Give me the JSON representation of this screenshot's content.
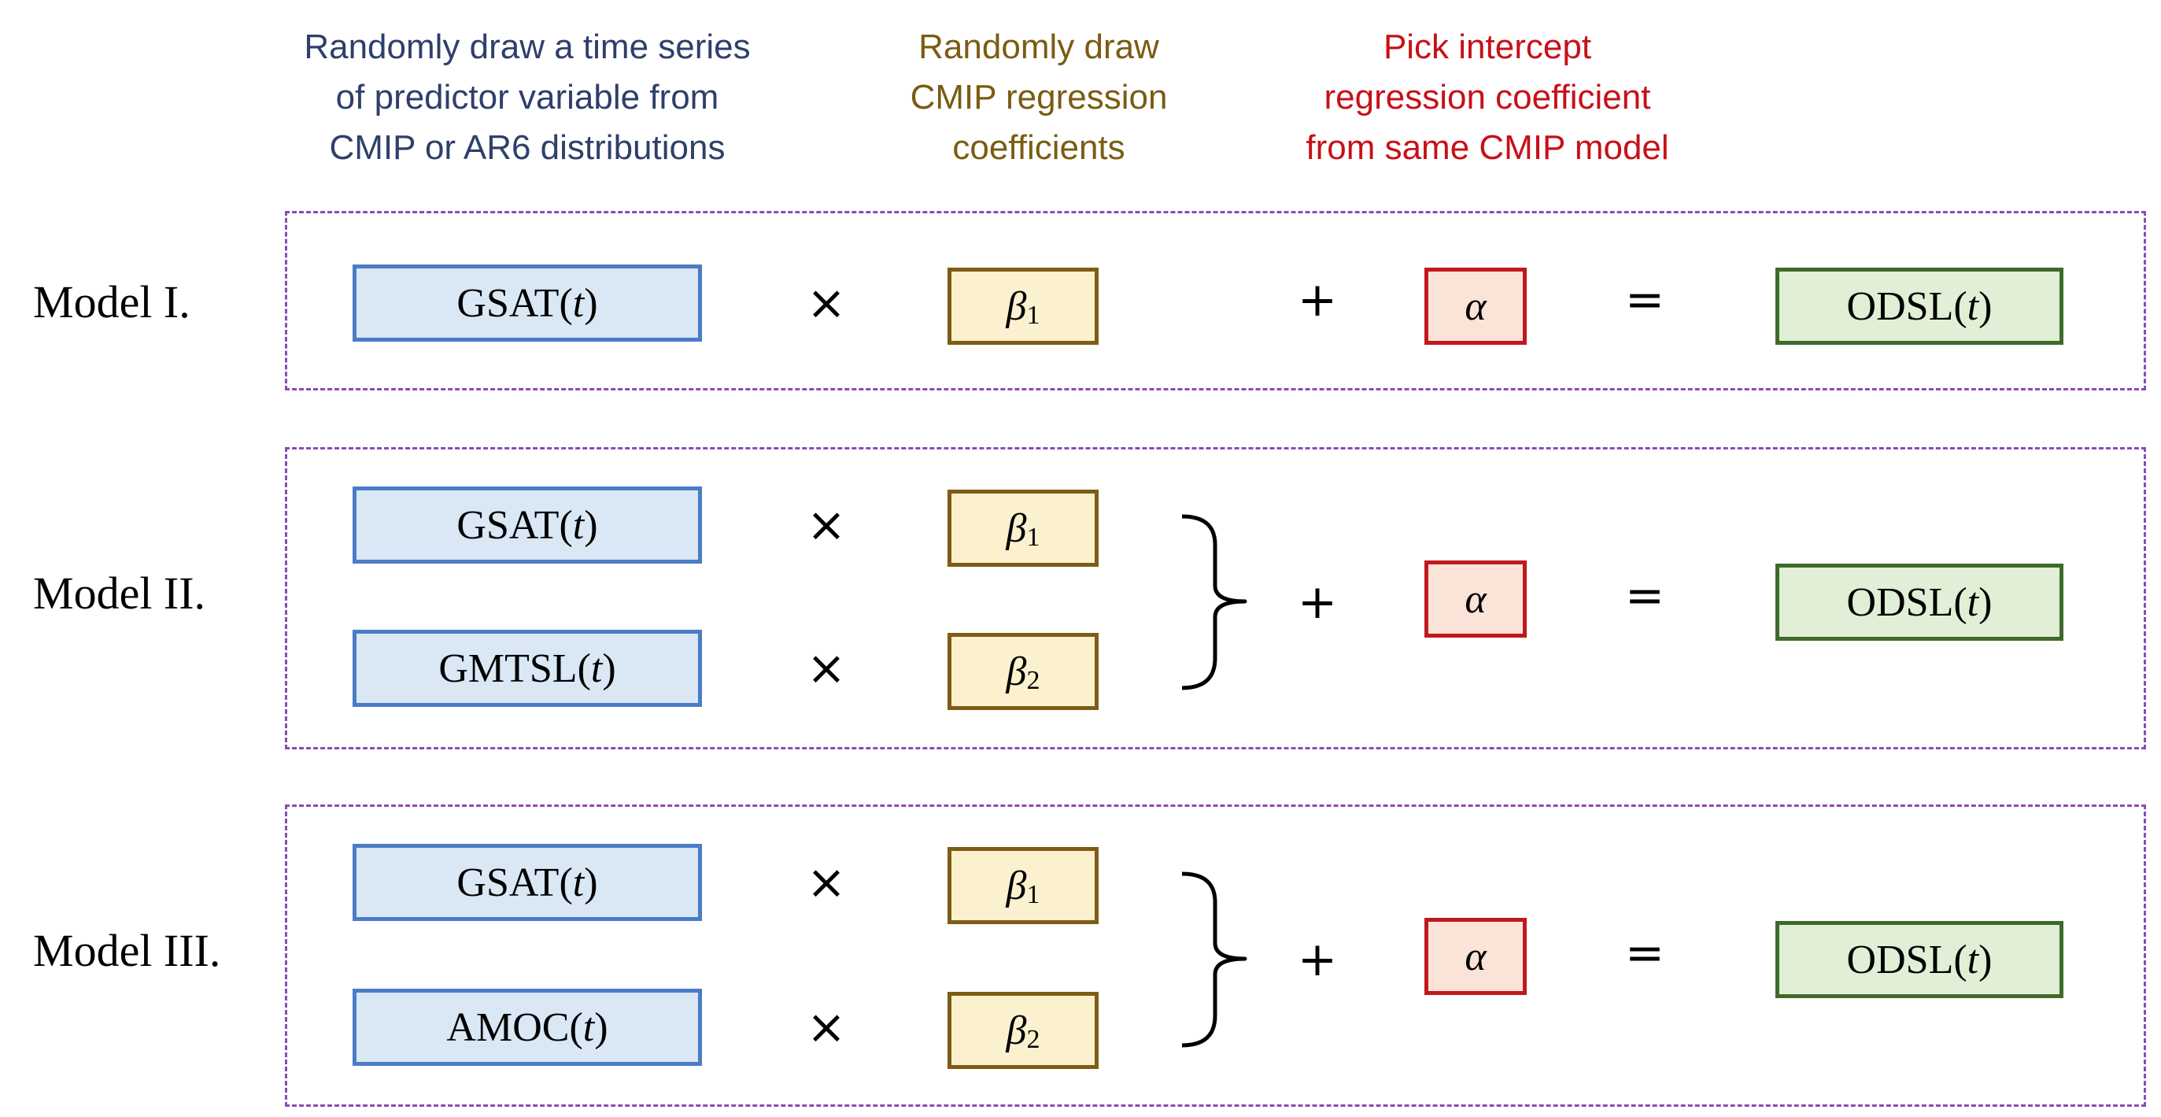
{
  "headers": {
    "predictor": [
      "Randomly draw a time series",
      "of predictor variable from",
      "CMIP or AR6 distributions"
    ],
    "coefficients": [
      "Randomly draw",
      "CMIP regression",
      "coefficients"
    ],
    "intercept": [
      "Pick intercept",
      "regression coefficient",
      "from same CMIP model"
    ]
  },
  "colors": {
    "predictor_header": "#2e3f6b",
    "coefficient_header": "#7a5c12",
    "intercept_header": "#c81018",
    "panel_border": "#8a4bb8"
  },
  "symbols": {
    "times": "×",
    "plus": "+",
    "equals": "=",
    "t": "t",
    "beta": "β",
    "alpha": "α"
  },
  "models": [
    {
      "label": "Model I.",
      "terms": [
        {
          "predictor": "GSAT",
          "coef_sub": "1"
        }
      ],
      "output": "ODSL"
    },
    {
      "label": "Model II.",
      "terms": [
        {
          "predictor": "GSAT",
          "coef_sub": "1"
        },
        {
          "predictor": "GMTSL",
          "coef_sub": "2"
        }
      ],
      "output": "ODSL"
    },
    {
      "label": "Model III.",
      "terms": [
        {
          "predictor": "GSAT",
          "coef_sub": "1"
        },
        {
          "predictor": "AMOC",
          "coef_sub": "2"
        }
      ],
      "output": "ODSL"
    }
  ]
}
